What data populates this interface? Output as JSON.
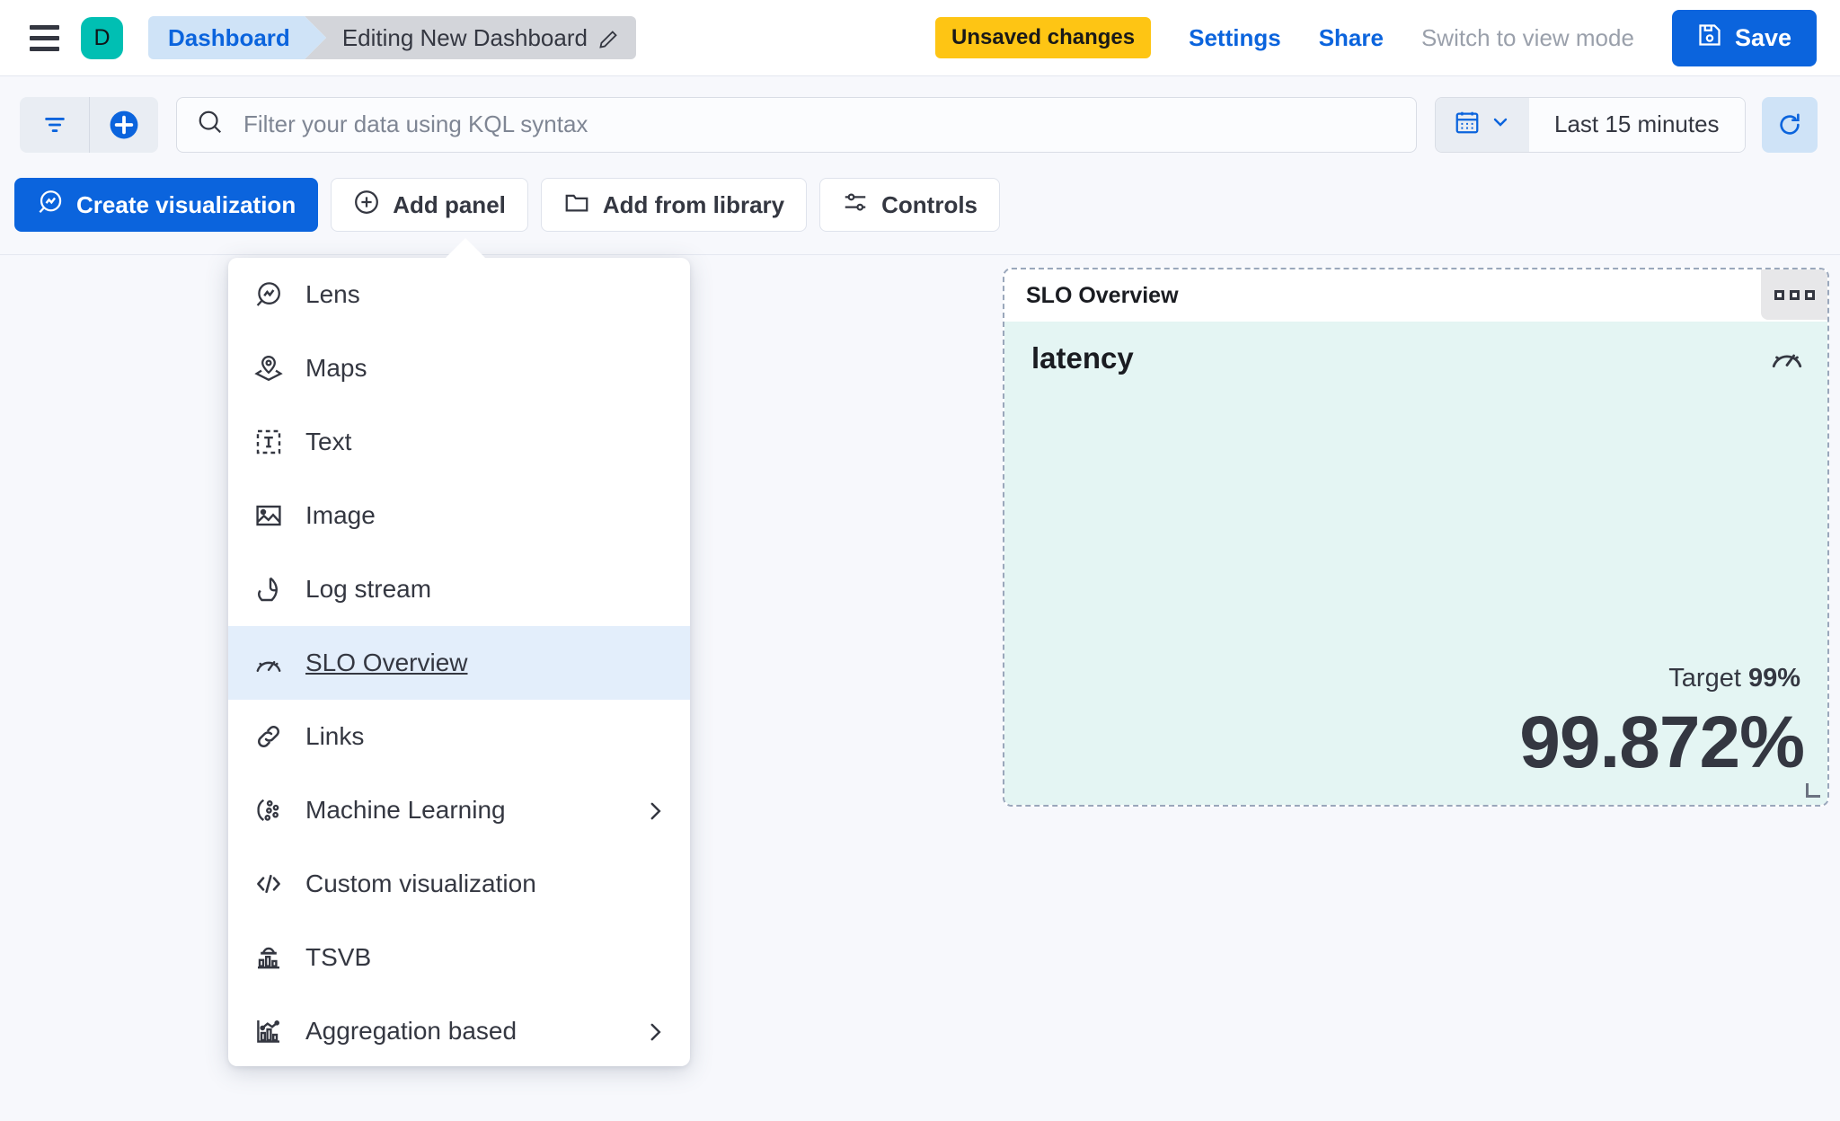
{
  "header": {
    "menu_icon": "hamburger-icon",
    "avatar_letter": "D",
    "breadcrumb_root": "Dashboard",
    "breadcrumb_current": "Editing New Dashboard",
    "edit_icon": "pencil-icon",
    "unsaved_badge": "Unsaved changes",
    "settings_link": "Settings",
    "share_link": "Share",
    "view_mode_link": "Switch to view mode",
    "save_label": "Save",
    "save_icon": "floppy-disk-icon"
  },
  "querybar": {
    "filter_icon": "filter-icon",
    "add_filter_icon": "plus-circle-icon",
    "search_icon": "search-icon",
    "search_value": "",
    "search_placeholder": "Filter your data using KQL syntax",
    "calendar_icon": "calendar-icon",
    "chevron_icon": "chevron-down-icon",
    "time_range": "Last 15 minutes",
    "refresh_icon": "refresh-icon"
  },
  "toolbar": {
    "buttons": [
      {
        "label": "Create visualization",
        "icon": "lens-icon",
        "primary": true
      },
      {
        "label": "Add panel",
        "icon": "plus-circle-icon",
        "primary": false
      },
      {
        "label": "Add from library",
        "icon": "folder-icon",
        "primary": false
      },
      {
        "label": "Controls",
        "icon": "controls-icon",
        "primary": false
      }
    ]
  },
  "add_panel_menu": {
    "items": [
      {
        "label": "Lens",
        "icon": "lens-icon",
        "active": false,
        "submenu": false
      },
      {
        "label": "Maps",
        "icon": "map-marker-icon",
        "active": false,
        "submenu": false
      },
      {
        "label": "Text",
        "icon": "text-box-icon",
        "active": false,
        "submenu": false
      },
      {
        "label": "Image",
        "icon": "image-icon",
        "active": false,
        "submenu": false
      },
      {
        "label": "Log stream",
        "icon": "log-stream-icon",
        "active": false,
        "submenu": false
      },
      {
        "label": "SLO Overview",
        "icon": "gauge-icon",
        "active": true,
        "submenu": false
      },
      {
        "label": "Links",
        "icon": "link-icon",
        "active": false,
        "submenu": false
      },
      {
        "label": "Machine Learning",
        "icon": "machine-learning-icon",
        "active": false,
        "submenu": true
      },
      {
        "label": "Custom visualization",
        "icon": "code-icon",
        "active": false,
        "submenu": false
      },
      {
        "label": "TSVB",
        "icon": "tsvb-icon",
        "active": false,
        "submenu": false
      },
      {
        "label": "Aggregation based",
        "icon": "aggregation-icon",
        "active": false,
        "submenu": true
      }
    ]
  },
  "slo_panel": {
    "title": "SLO Overview",
    "menu_icon": "panel-menu-icon",
    "metric_name": "latency",
    "gauge_icon": "gauge-icon",
    "target_label": "Target",
    "target_value": "99%",
    "current_value": "99.872%"
  },
  "colors": {
    "accent_blue": "#0b64dd",
    "warning_yellow": "#fec514",
    "avatar_teal": "#00bfb3",
    "slo_panel_bg": "#e4f5f3",
    "menu_active_bg": "#e3eefb"
  }
}
